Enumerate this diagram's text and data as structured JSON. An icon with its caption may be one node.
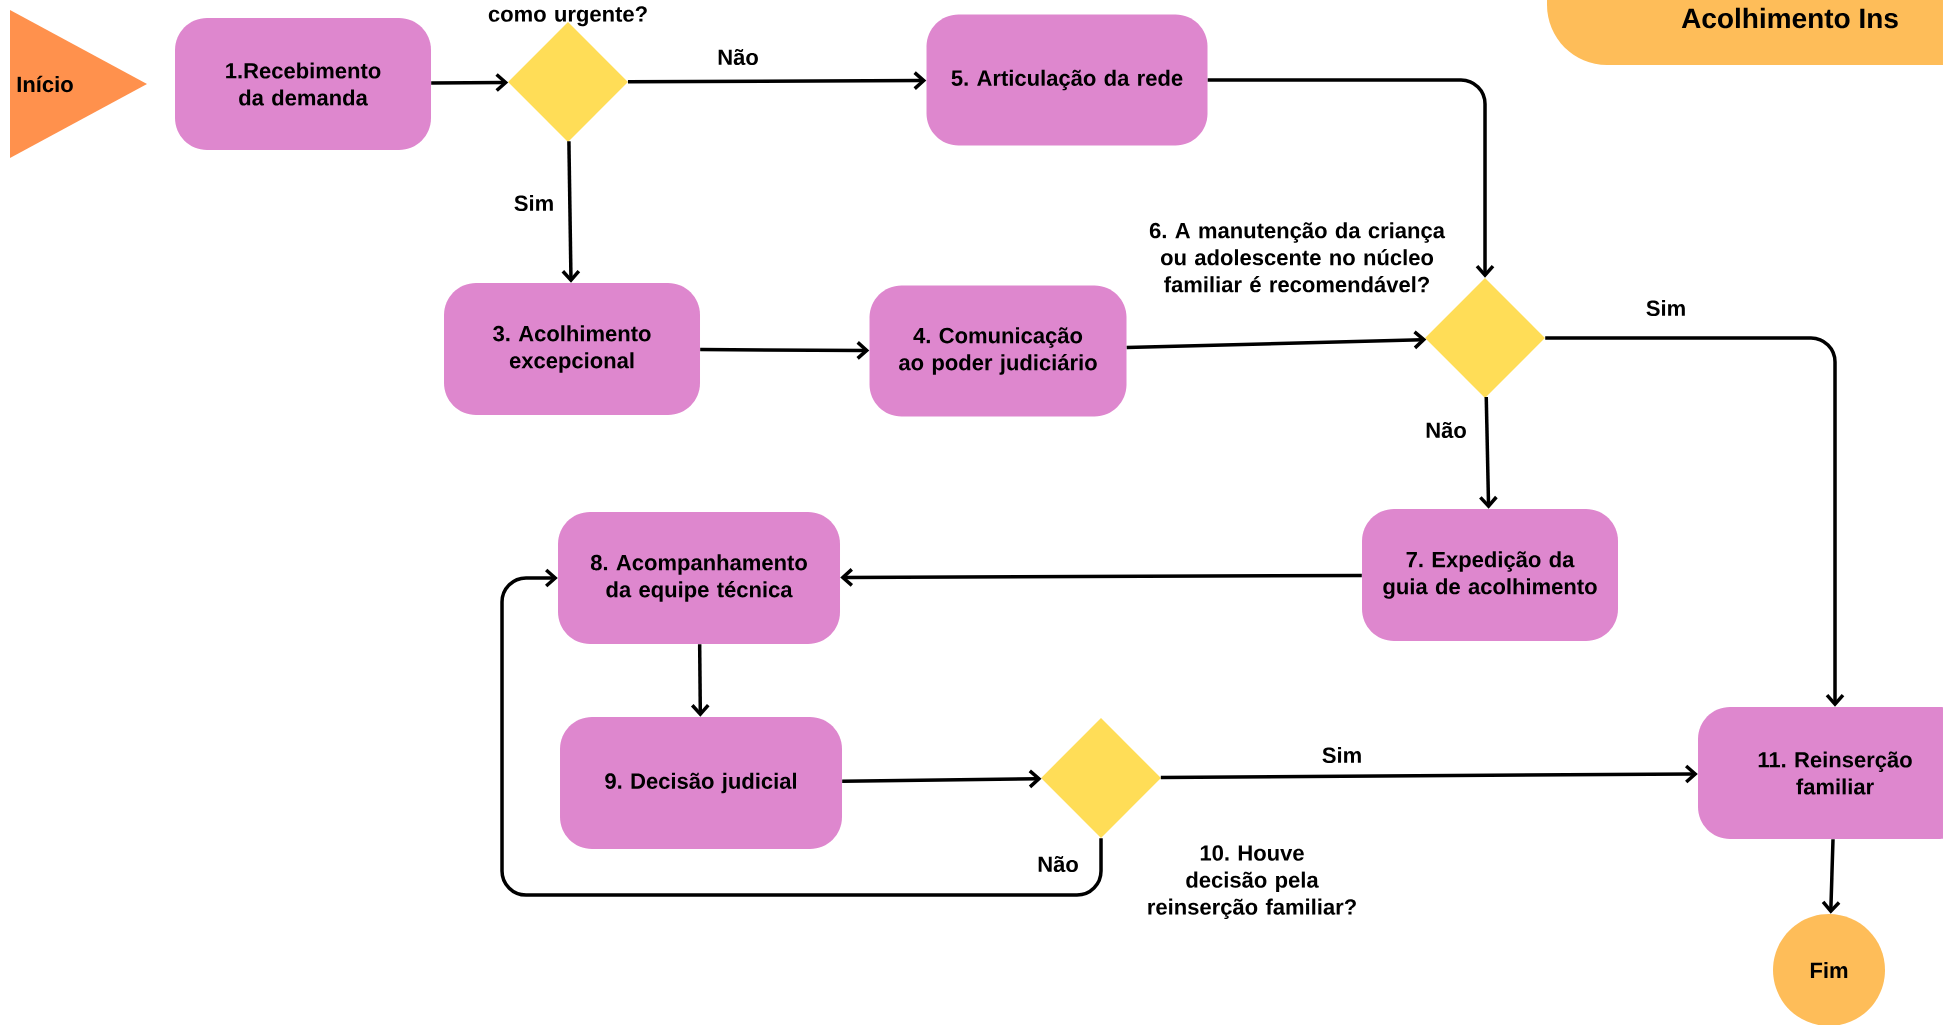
{
  "diagram": {
    "nodes": [
      {
        "text": [
          "Início"
        ]
      },
      {
        "text": [
          "1.Recebimento da demanda"
        ]
      },
      {
        "text": [],
        "shape": "diamond",
        "beside": [
          "como urgente?"
        ]
      },
      {
        "text": [
          "5. Articulação da rede"
        ]
      },
      {
        "text": [
          "Acolhimento Ins"
        ]
      },
      {
        "text": [],
        "shape": "diamond",
        "beside": [
          "6. A manutenção da criança ou adolescente no núcleo familiar é recomendável?"
        ]
      },
      {
        "text": [
          "3. Acolhimento excepcional"
        ]
      },
      {
        "text": [
          "4. Comunicação ao poder judiciário"
        ]
      },
      {
        "text": [
          "7. Expedição da guia de acolhimento"
        ]
      },
      {
        "text": [
          "8. Acompanhamento da equipe técnica"
        ]
      },
      {
        "text": [
          "9. Decisão judicial"
        ]
      },
      {
        "text": [],
        "shape": "diamond",
        "beside": [
          "10. Houve decisão pela reinserção familiar?"
        ]
      },
      {
        "text": [
          "11. Reinserção familiar"
        ]
      },
      {
        "text": [
          "Fim"
        ]
      }
    ],
    "edges": [
      {
        "from": 1,
        "to": 2,
        "arrow": "to"
      },
      {
        "from": 2,
        "to": 3,
        "arrow": "to",
        "label": "Não"
      },
      {
        "from": 2,
        "to": 6,
        "arrow": "to",
        "label": "Sim"
      },
      {
        "from": 3,
        "to": 5,
        "arrow": "to"
      },
      {
        "from": 6,
        "to": 7,
        "arrow": "to"
      },
      {
        "from": 7,
        "to": 5,
        "arrow": "to"
      },
      {
        "from": 5,
        "to": 12,
        "arrow": "to",
        "label": "Sim"
      },
      {
        "from": 5,
        "to": 8,
        "arrow": "to",
        "label": "Não"
      },
      {
        "from": 8,
        "to": 9,
        "arrow": "to"
      },
      {
        "from": 9,
        "to": 10,
        "arrow": "to"
      },
      {
        "from": 10,
        "to": 11,
        "arrow": "to"
      },
      {
        "from": 11,
        "to": 12,
        "arrow": "to",
        "label": "Sim"
      },
      {
        "from": 11,
        "to": 9,
        "arrow": "to",
        "label": "Não"
      },
      {
        "from": 12,
        "to": 13,
        "arrow": "to"
      }
    ]
  }
}
